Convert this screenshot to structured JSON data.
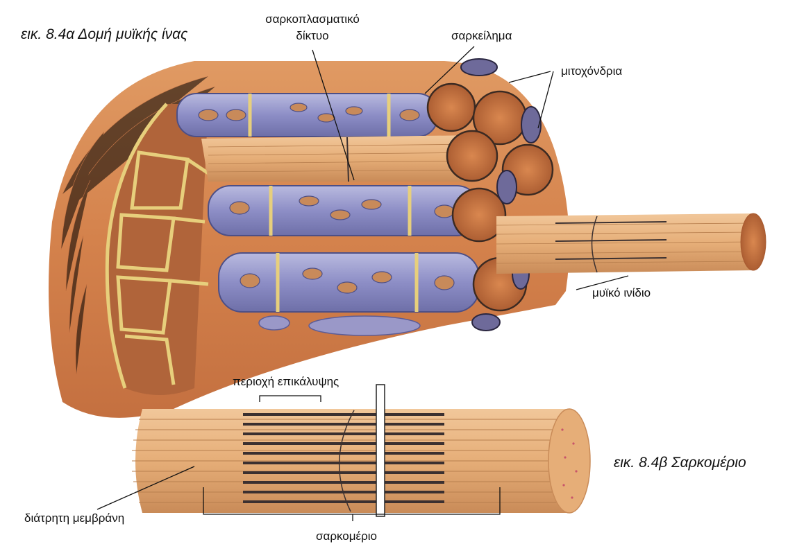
{
  "figure_a": {
    "caption": "εικ. 8.4α Δομή μυϊκής ίνας",
    "labels": {
      "sarcoplasmic_line1": "σαρκοπλασματικό",
      "sarcoplasmic_line2": "δίκτυο",
      "sarcolemma": "σαρκείλημα",
      "mitochondria": "μιτοχόνδρια",
      "myofibril": "μυϊκό ινίδιο"
    }
  },
  "figure_b": {
    "caption": "εικ. 8.4β   Σαρκομέριο",
    "labels": {
      "overlap_region": "περιοχή επικάλυψης",
      "perforated_membrane": "διάτρητη μεμβράνη",
      "sarcomere": "σαρκομέριο"
    }
  },
  "colors": {
    "sheath": "#d98a52",
    "sheath_dark": "#b8643a",
    "fibril": "#e8b27a",
    "fibril_dark": "#b87f4e",
    "reticulum": "#8e8fc8",
    "reticulum_dark": "#4d4f86",
    "connective": "#e7cf7c",
    "band": "#3b3030"
  }
}
